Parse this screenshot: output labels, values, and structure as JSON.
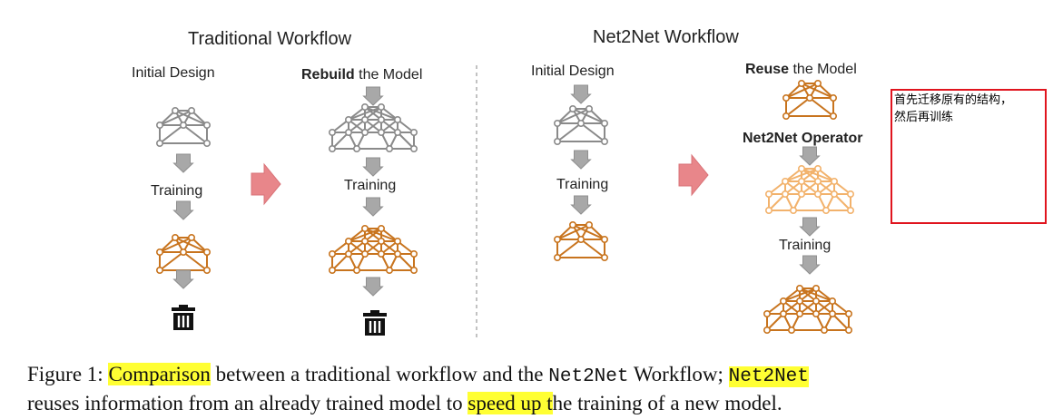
{
  "traditional": {
    "title": "Traditional Workflow",
    "initial_design": "Initial Design",
    "rebuild_bold": "Rebuild",
    "rebuild_rest": " the Model",
    "training_left": "Training",
    "training_right": "Training"
  },
  "net2net": {
    "title": "Net2Net Workflow",
    "initial_design": "Initial Design",
    "training_left": "Training",
    "reuse_bold": "Reuse",
    "reuse_rest": " the Model",
    "operator": "Net2Net Operator",
    "training_right": "Training"
  },
  "note": {
    "line1": "首先迁移原有的结构，",
    "line2": "然后再训练"
  },
  "caption": {
    "prefix": "Figure 1: ",
    "hl1": "Comparison",
    "mid1": " between a traditional workflow and the ",
    "mono1": "Net2Net",
    "mid2": " Workflow; ",
    "mono2_hl": "Net2Net",
    "line2_a": "reuses information from an already trained model to ",
    "hl2": "speed up t",
    "line2_b": "he training of a new model."
  },
  "colors": {
    "gray_net": "#8a8a8a",
    "orange_net": "#c8741e",
    "light_orange_net": "#f2b26c",
    "arrow_gray": "#a8a8a8",
    "big_arrow_pink": "#e8868a",
    "highlight": "#ffff33",
    "note_border": "#e0141e"
  }
}
